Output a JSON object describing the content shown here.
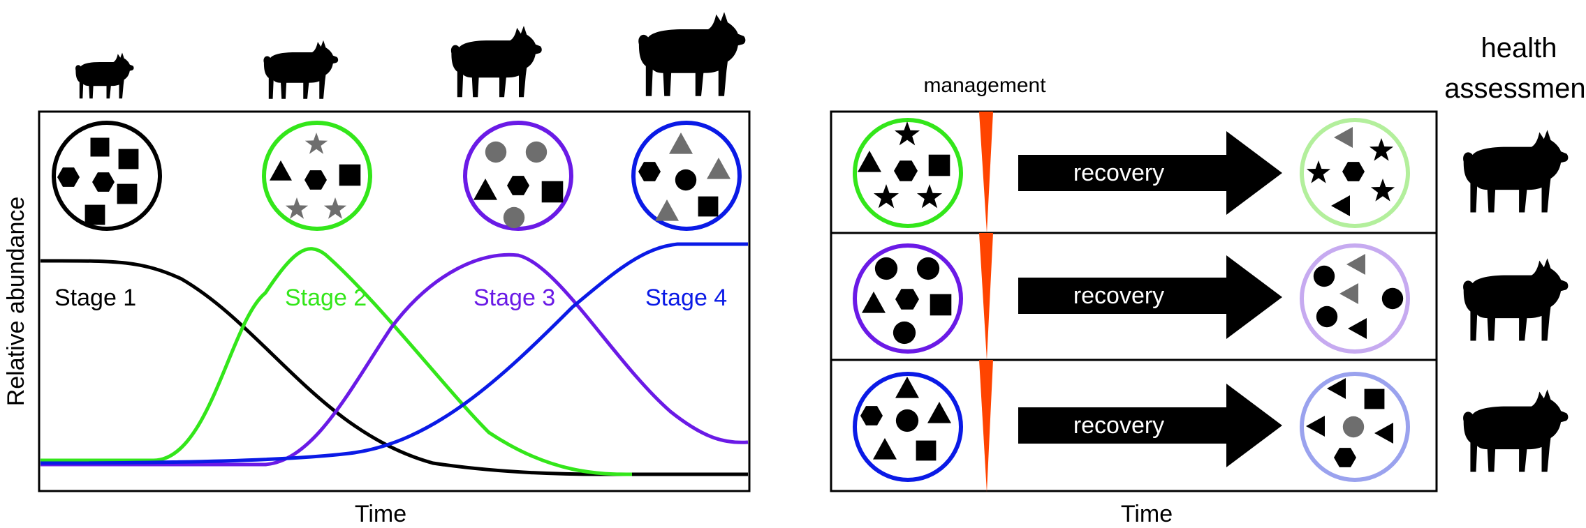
{
  "left_panel": {
    "y_label": "Relative abundance",
    "x_label": "Time",
    "stages": [
      {
        "label": "Stage 1",
        "color": "#000000"
      },
      {
        "label": "Stage 2",
        "color": "#33e61a"
      },
      {
        "label": "Stage 3",
        "color": "#6a1ae6"
      },
      {
        "label": "Stage 4",
        "color": "#0a1ae6"
      }
    ]
  },
  "right_panel": {
    "management_label": "management",
    "health_label_line1": "health",
    "health_label_line2": "assessment",
    "x_label": "Time",
    "rows": [
      {
        "recovery_label": "recovery",
        "before_color": "#33e61a",
        "after_color": "#b3ef9c"
      },
      {
        "recovery_label": "recovery",
        "before_color": "#6a1ae6",
        "after_color": "#c6aaf0"
      },
      {
        "recovery_label": "recovery",
        "before_color": "#0a1ae6",
        "after_color": "#9aa2ee"
      }
    ]
  },
  "colors": {
    "management_marker": "#ff4400",
    "gray_shape": "#6e6e6e"
  },
  "icons": [
    "pig-silhouette-icon",
    "microbe-community-icon",
    "recovery-arrow-icon"
  ]
}
